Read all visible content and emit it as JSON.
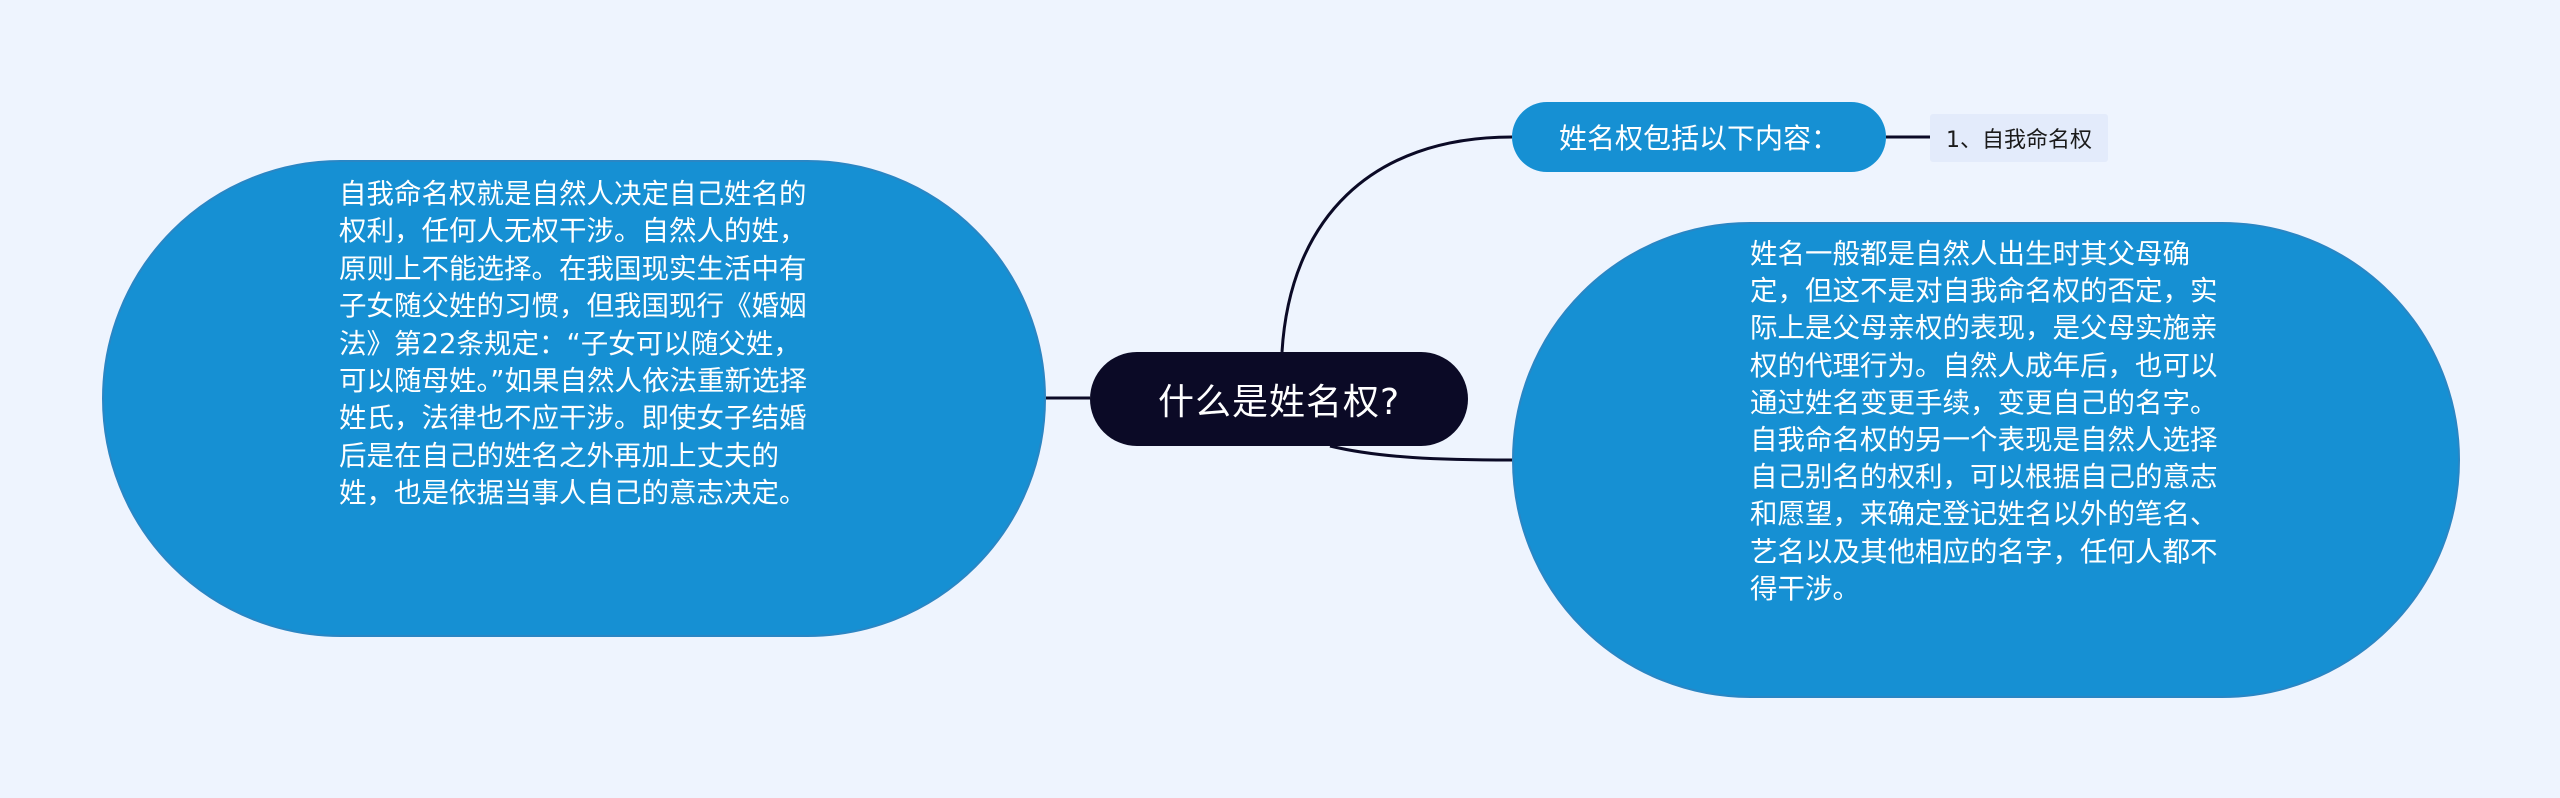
{
  "central": {
    "label": "什么是姓名权?"
  },
  "left_topic": {
    "text": "自我命名权就是自然人决定自己姓名的权利，任何人无权干涉。自然人的姓，原则上不能选择。在我国现实生活中有子女随父姓的习惯，但我国现行《婚姻法》第22条规定：“子女可以随父姓，可以随母姓。”如果自然人依法重新选择姓氏，法律也不应干涉。即使女子结婚后是在自己的姓名之外再加上丈夫的姓，也是依据当事人自己的意志决定。"
  },
  "right_top_topic": {
    "label": "姓名权包括以下内容：",
    "child": "1、自我命名权"
  },
  "right_topic": {
    "text": "姓名一般都是自然人出生时其父母确定，但这不是对自我命名权的否定，实际上是父母亲权的表现，是父母实施亲权的代理行为。自然人成年后，也可以通过姓名变更手续，变更自己的名字。自我命名权的另一个表现是自然人选择自己别名的权利，可以根据自己的意志和愿望，来确定登记姓名以外的笔名、艺名以及其他相应的名字，任何人都不得干涉。"
  },
  "colors": {
    "background": "#eef4fe",
    "central_fill": "#0b0a26",
    "topic_fill": "#1690d3",
    "leaf_fill": "#e3ebfb",
    "connector": "#0b0a26"
  }
}
